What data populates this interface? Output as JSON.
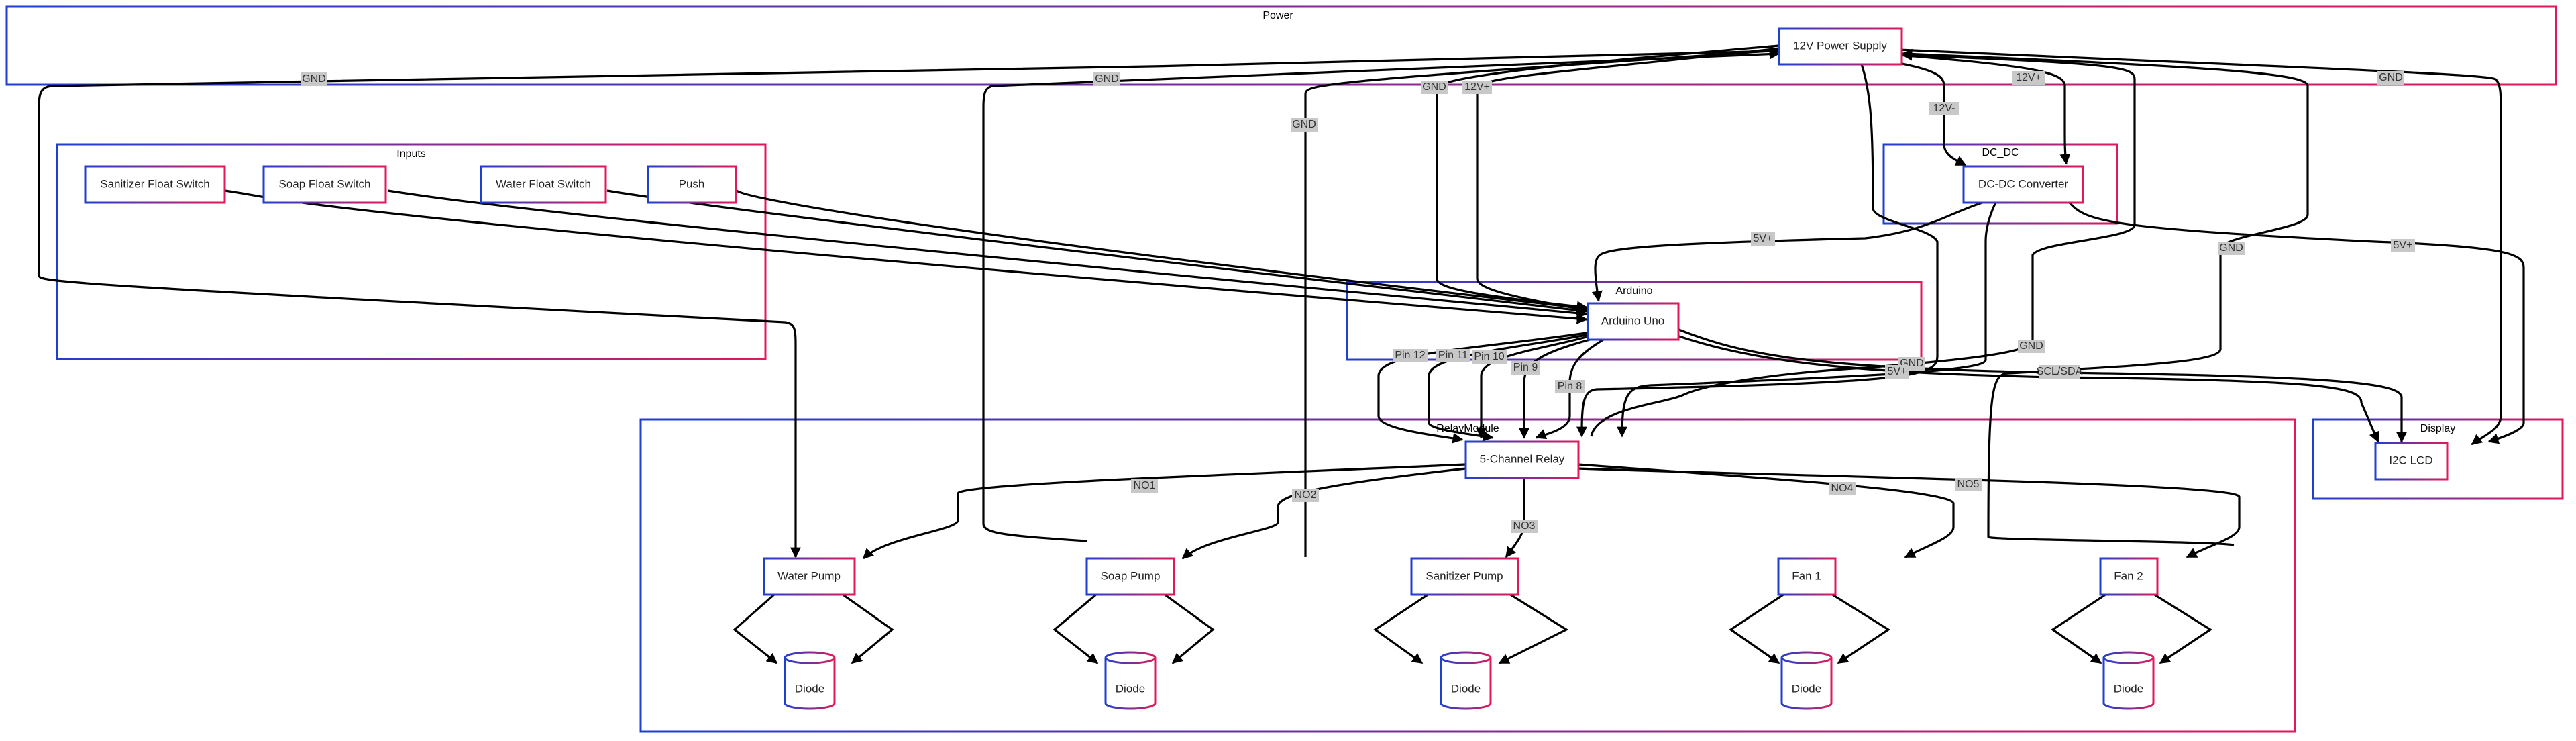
{
  "colors": {
    "blue": "#1f3fd1",
    "pink": "#e0195a",
    "edge": "#000000",
    "label_bg": "#c8c8c8"
  },
  "groups": {
    "power": "Power",
    "inputs": "Inputs",
    "dc_dc": "DC_DC",
    "arduino": "Arduino",
    "relay_module": "RelayModule",
    "display": "Display"
  },
  "nodes": {
    "psu": "12V Power Supply",
    "sanitizer_switch": "Sanitizer Float Switch",
    "soap_switch": "Soap Float Switch",
    "water_switch": "Water Float Switch",
    "push": "Push",
    "dcdc": "DC-DC Converter",
    "arduino": "Arduino Uno",
    "relay": "5-Channel Relay",
    "lcd": "I2C LCD",
    "water_pump": "Water Pump",
    "soap_pump": "Soap Pump",
    "sanitizer_pump": "Sanitizer Pump",
    "fan1": "Fan 1",
    "fan2": "Fan 2",
    "diode": "Diode"
  },
  "edge_labels": {
    "gnd": "GND",
    "v12plus": "12V+",
    "v12minus": "12V-",
    "v5plus": "5V+",
    "pin12": "Pin 12",
    "pin11": "Pin 11",
    "pin10": "Pin 10",
    "pin9": "Pin 9",
    "pin8": "Pin 8",
    "scl_sda": "SCL/SDA",
    "no1": "NO1",
    "no2": "NO2",
    "no3": "NO3",
    "no4": "NO4",
    "no5": "NO5"
  }
}
